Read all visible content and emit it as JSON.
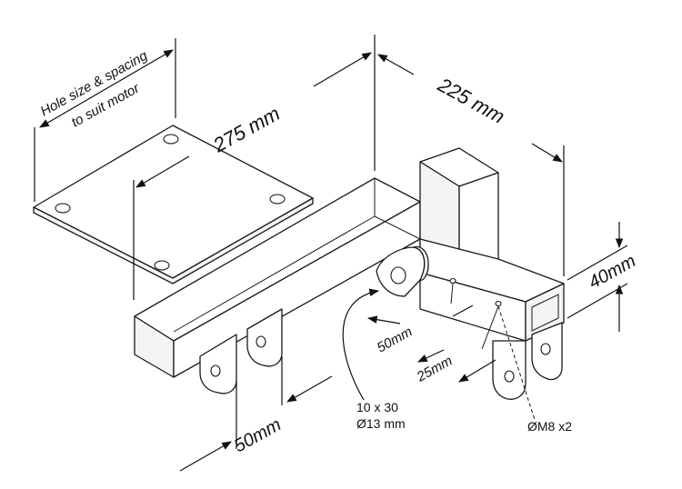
{
  "labels": {
    "hole_note_line1": "Hole size & spacing",
    "hole_note_line2": "to suit motor",
    "dim_275": "275 mm",
    "dim_225": "225 mm",
    "dim_40": "40mm",
    "dim_50_inner": "50mm",
    "dim_25": "25mm",
    "dim_50_tabs": "50mm",
    "slot_line1": "10 x 30",
    "slot_line2": "Ø13 mm",
    "bolt_holes": "ØM8 x2"
  },
  "colors": {
    "line": "#1a1a1a",
    "background": "#ffffff"
  }
}
